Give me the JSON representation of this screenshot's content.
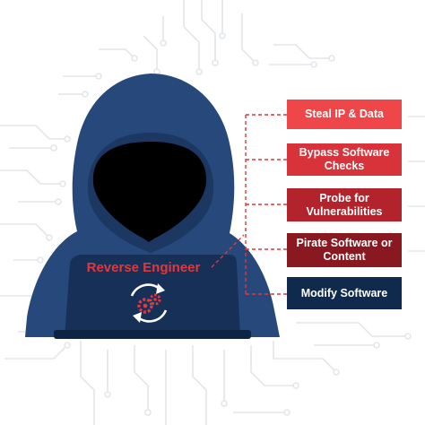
{
  "figure": {
    "center_label": "Reverse Engineer",
    "center_icon": "gears-cycle-icon",
    "actions": [
      {
        "label": "Steal IP & Data",
        "color": "#ef4649"
      },
      {
        "label": "Bypass Software Checks",
        "color": "#d8333a"
      },
      {
        "label": "Probe for Vulnerabilities",
        "color": "#b2232c"
      },
      {
        "label": "Pirate Software or Content",
        "color": "#8a1820"
      },
      {
        "label": "Modify Software",
        "color": "#0f2a4d"
      }
    ],
    "colors": {
      "hood": "#26487b",
      "hood_dark": "#1b3762",
      "laptop": "#163058",
      "accent": "#e2373c",
      "circuit": "#e3e6ea"
    }
  }
}
